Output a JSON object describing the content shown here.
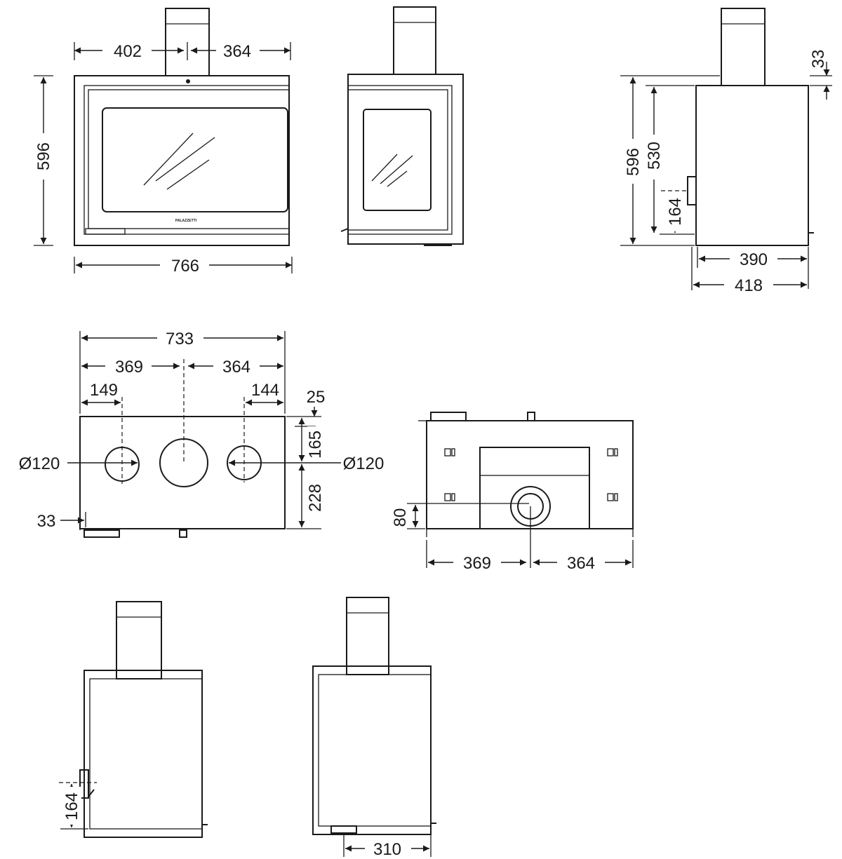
{
  "brand_mark": "PALAZZETTI",
  "front_view": {
    "dim_left": "402",
    "dim_right": "364",
    "dim_height": "596",
    "dim_width": "766"
  },
  "right_view": {
    "dim_top": "33",
    "dim_height": "596",
    "dim_inner_height": "530",
    "dim_handle": "164",
    "dim_inner_width": "390",
    "dim_width": "418"
  },
  "top_view": {
    "dim_total": "733",
    "dim_left": "369",
    "dim_right": "364",
    "dim_left_outlet": "149",
    "dim_right_outlet": "144",
    "dim_top_offset": "25",
    "dim_upper_depth": "165",
    "dim_lower_depth": "228",
    "diameter_left": "Ø120",
    "diameter_right": "Ø120",
    "dim_side_offset": "33"
  },
  "rear_view": {
    "dim_height": "80",
    "dim_left": "369",
    "dim_right": "364"
  },
  "bottom_left_view": {
    "dim_handle": "164"
  },
  "bottom_right_view": {
    "dim_width": "310"
  }
}
